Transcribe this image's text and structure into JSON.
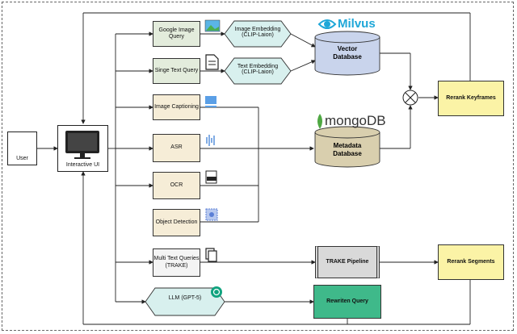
{
  "user_label": "User",
  "interactive_ui_label": "Interactive UI",
  "queries": {
    "google_image": "Google Image Query",
    "single_text": "Singe Text Query",
    "multi_text": "Multi Text Queries (TRAKE)"
  },
  "embeddings": {
    "image": "Image Embedding (CLIP-Laion)",
    "text": "Text Embedding (CLIP-Laion)"
  },
  "extractors": {
    "captioning": "Image Captioning",
    "asr": "ASR",
    "ocr": "OCR",
    "object_detection": "Object Detection"
  },
  "databases": {
    "milvus_logo": "Milvus",
    "vector": "Vector Database",
    "mongo_logo": "mongoDB",
    "metadata": "Metadata Database"
  },
  "pipelines": {
    "trake": "TRAKE Pipeline",
    "llm": "LLM (GPT-5)",
    "rewritten": "Rewriten Query"
  },
  "rerank": {
    "keyframes": "Rerank Keyframes",
    "segments": "Rerank Segments"
  },
  "colors": {
    "green_box": "#e3ecdc",
    "tan_box": "#f6edd7",
    "yellow_box": "#fbf3a6",
    "teal_box": "#3fb98a",
    "db_fill": "#c9d4ec",
    "meta_fill": "#d9cfae",
    "hex_fill": "#d8f0ee",
    "milvus_blue": "#1fa7d8",
    "mongo_green": "#4fa843"
  }
}
